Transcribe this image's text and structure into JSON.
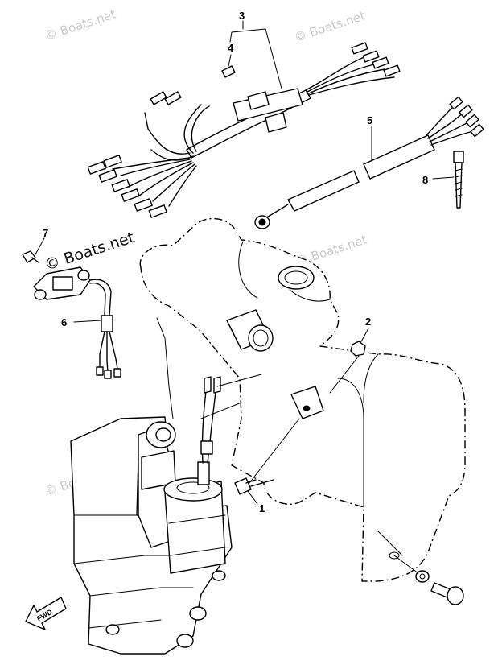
{
  "diagram": {
    "callouts": [
      "1",
      "2",
      "3",
      "4",
      "5",
      "6",
      "7",
      "8"
    ],
    "watermark": "© Boats.net",
    "fwd_label": "FWD"
  }
}
